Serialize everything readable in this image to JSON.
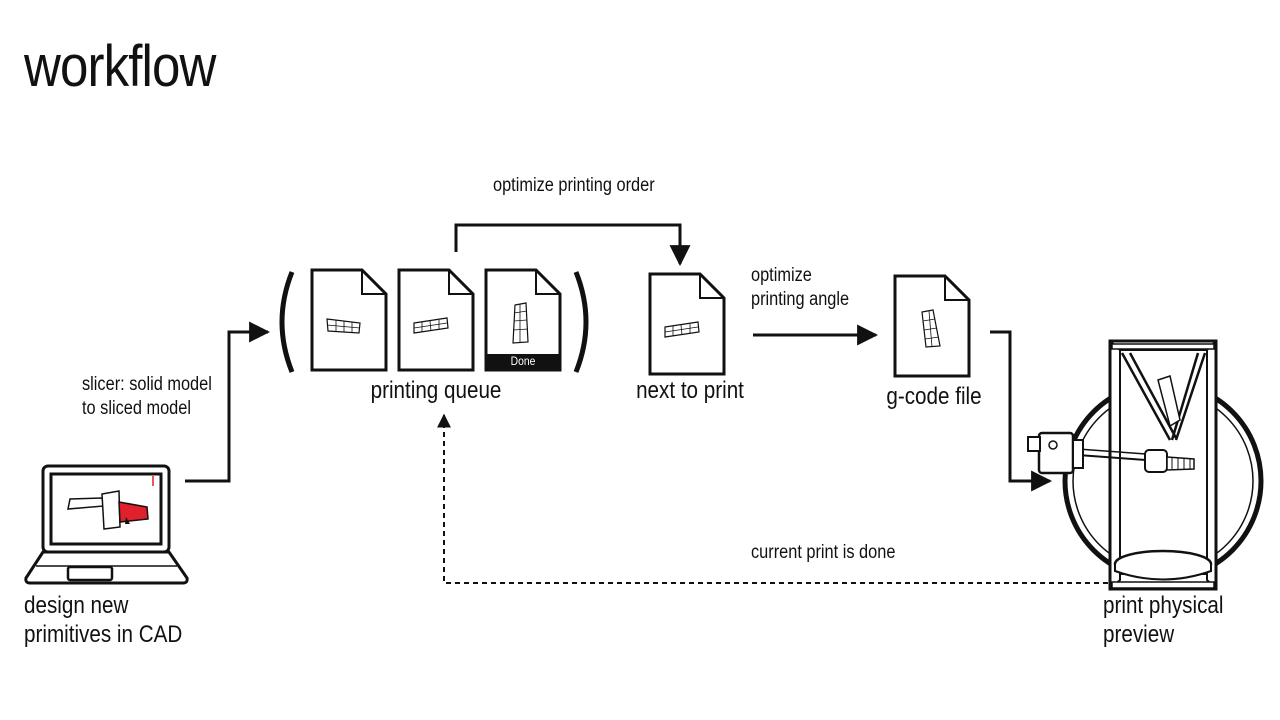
{
  "title": "workflow",
  "nodes": {
    "cad": {
      "label_line1": "design new",
      "label_line2": "primitives in CAD"
    },
    "queue": {
      "label": "printing queue",
      "done_badge": "Done"
    },
    "next": {
      "label": "next to print"
    },
    "gcode": {
      "label": "g-code file"
    },
    "printer": {
      "label_line1": "print physical",
      "label_line2": "preview"
    }
  },
  "edges": {
    "slicer": {
      "line1": "slicer: solid model",
      "line2": "to sliced model"
    },
    "order": {
      "label": "optimize printing order"
    },
    "angle": {
      "line1": "optimize",
      "line2": "printing angle"
    },
    "done": {
      "label": "current print is done"
    }
  },
  "colors": {
    "stroke": "#111111",
    "accent": "#e0202a",
    "badge": "#111111"
  }
}
